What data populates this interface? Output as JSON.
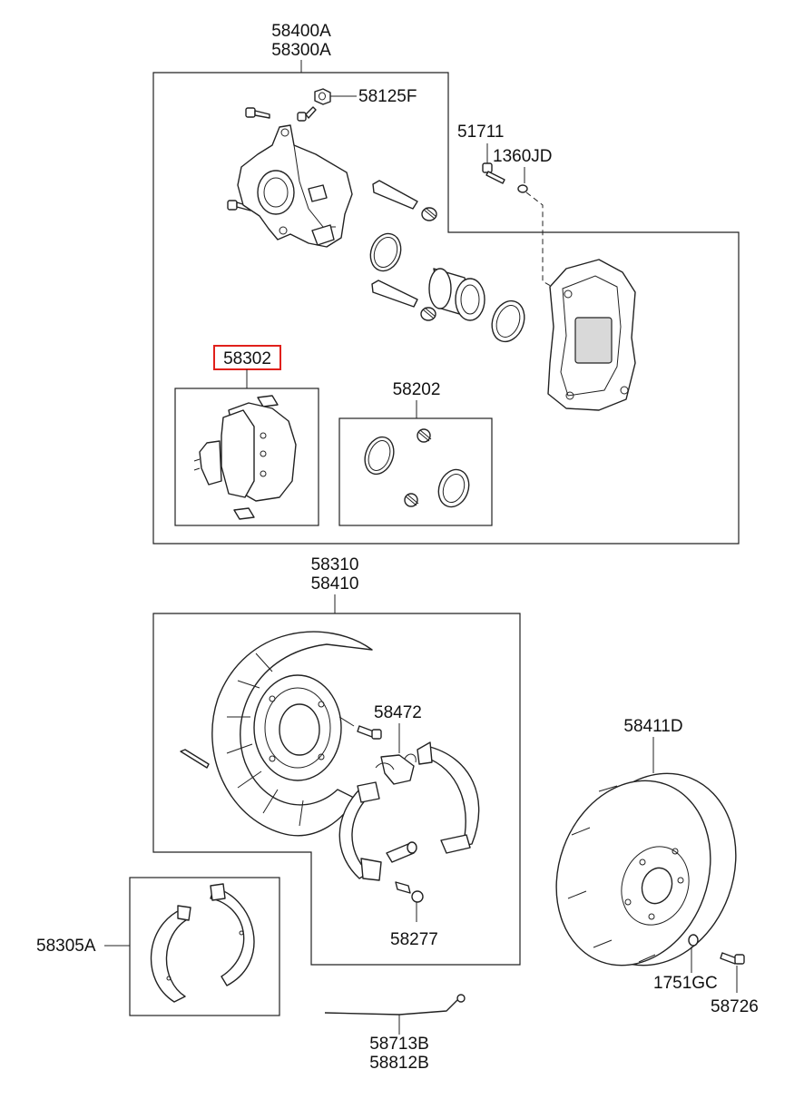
{
  "labels": {
    "caliper_1": "58400A",
    "caliper_2": "58300A",
    "nut": "58125F",
    "bolt_51711": "51711",
    "washer_1360jd": "1360JD",
    "pad_kit": "58302",
    "seal_kit": "58202",
    "backing_1": "58310",
    "backing_2": "58410",
    "spring_58472": "58472",
    "adjuster_58277": "58277",
    "disc": "58411D",
    "shoe_kit": "58305A",
    "washer_1751gc": "1751GC",
    "bolt_58726": "58726",
    "cable_1": "58713B",
    "cable_2": "58812B"
  },
  "highlight": {
    "color": "#e0201b",
    "target": "58302"
  }
}
